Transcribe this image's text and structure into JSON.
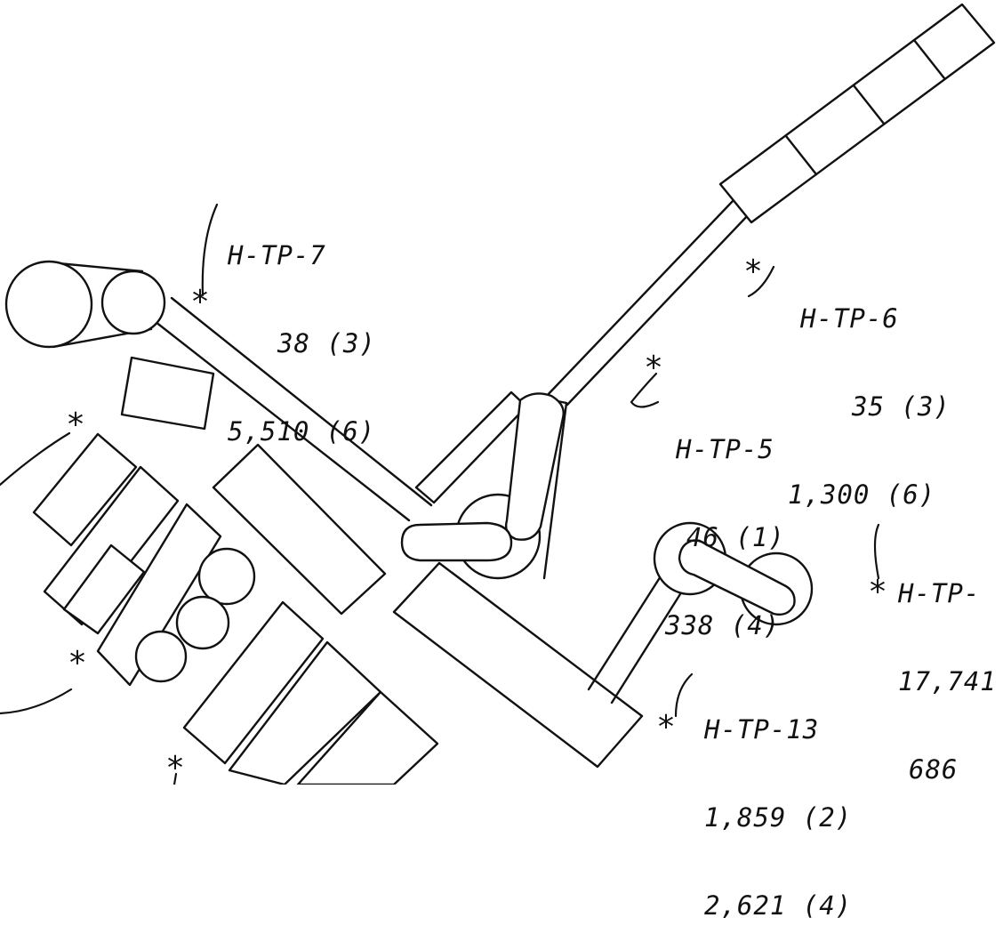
{
  "samples": [
    {
      "id": "H-TP-7",
      "lines": [
        "38 (3)",
        "5,510 (6)"
      ]
    },
    {
      "id": "H-TP-6",
      "lines": [
        "35 (3)",
        "1,300 (6)"
      ]
    },
    {
      "id": "H-TP-5",
      "lines": [
        "46 (1)",
        "338 (4)"
      ]
    },
    {
      "id": "H-TP-",
      "lines": [
        "17,741 (",
        "686"
      ]
    },
    {
      "id": "H-TP-13",
      "lines": [
        "1,859 (2)",
        "2,621 (4)"
      ]
    }
  ],
  "marker_symbol": "*",
  "colors": {
    "ink": "#111111",
    "paper": "#ffffff"
  }
}
